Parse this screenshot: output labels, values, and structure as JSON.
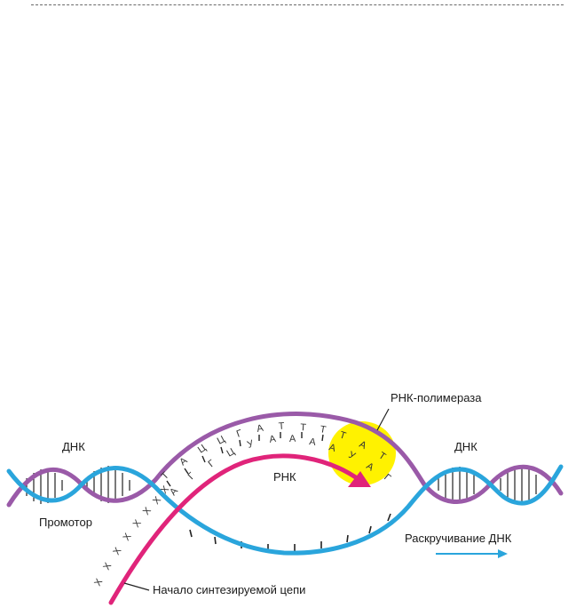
{
  "labels": {
    "dna_left": "ДНК",
    "dna_right": "ДНК",
    "promoter": "Промотор",
    "rna": "РНК",
    "rna_polymerase": "РНК-полимераза",
    "unwinding": "Раскручивание ДНК",
    "chain_start": "Начало синтезируемой цепи"
  },
  "template_bases": [
    "Т",
    "А",
    "Ц",
    "Ц",
    "Г",
    "А",
    "Т",
    "Т",
    "Т",
    "Т",
    "А",
    "Т"
  ],
  "rna_bases": [
    "А",
    "Г",
    "Г",
    "Ц",
    "У",
    "А",
    "А",
    "А",
    "А",
    "У",
    "А",
    "Г"
  ],
  "leading_bases": [
    "Х",
    "Х",
    "Х",
    "Х",
    "Х",
    "Х",
    "Х",
    "Х"
  ],
  "colors": {
    "dna_purple": "#9a5aa8",
    "dna_blue": "#2aa5dc",
    "rna_magenta": "#e0247a",
    "polymerase_yellow": "#fff200"
  }
}
